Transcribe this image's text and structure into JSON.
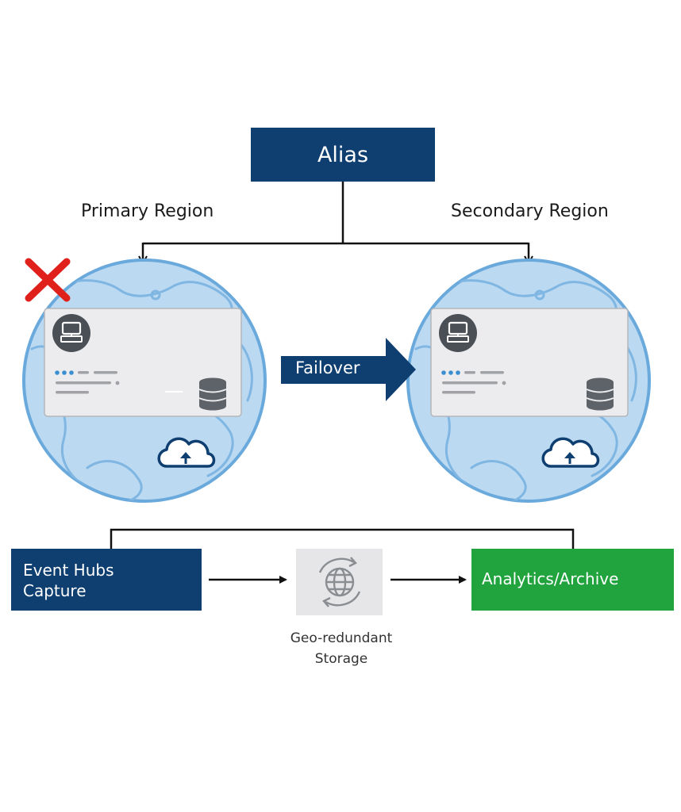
{
  "alias": {
    "label": "Alias"
  },
  "regions": {
    "primary": {
      "label": "Primary Region",
      "status": "failed"
    },
    "secondary": {
      "label": "Secondary Region"
    }
  },
  "failover": {
    "label": "Failover"
  },
  "pipeline": {
    "capture": {
      "label": "Event Hubs Capture",
      "icon": "clock-icon"
    },
    "storage": {
      "label": "Geo-redundant Storage",
      "icon": "globe-sync-icon"
    },
    "analytics": {
      "label": "Analytics/Archive",
      "icon": "checkmark-icon"
    }
  },
  "colors": {
    "navy": "#0f3f70",
    "green": "#21a33e",
    "failure_red": "#e0201b",
    "globe_blue": "#bcd9f2"
  }
}
